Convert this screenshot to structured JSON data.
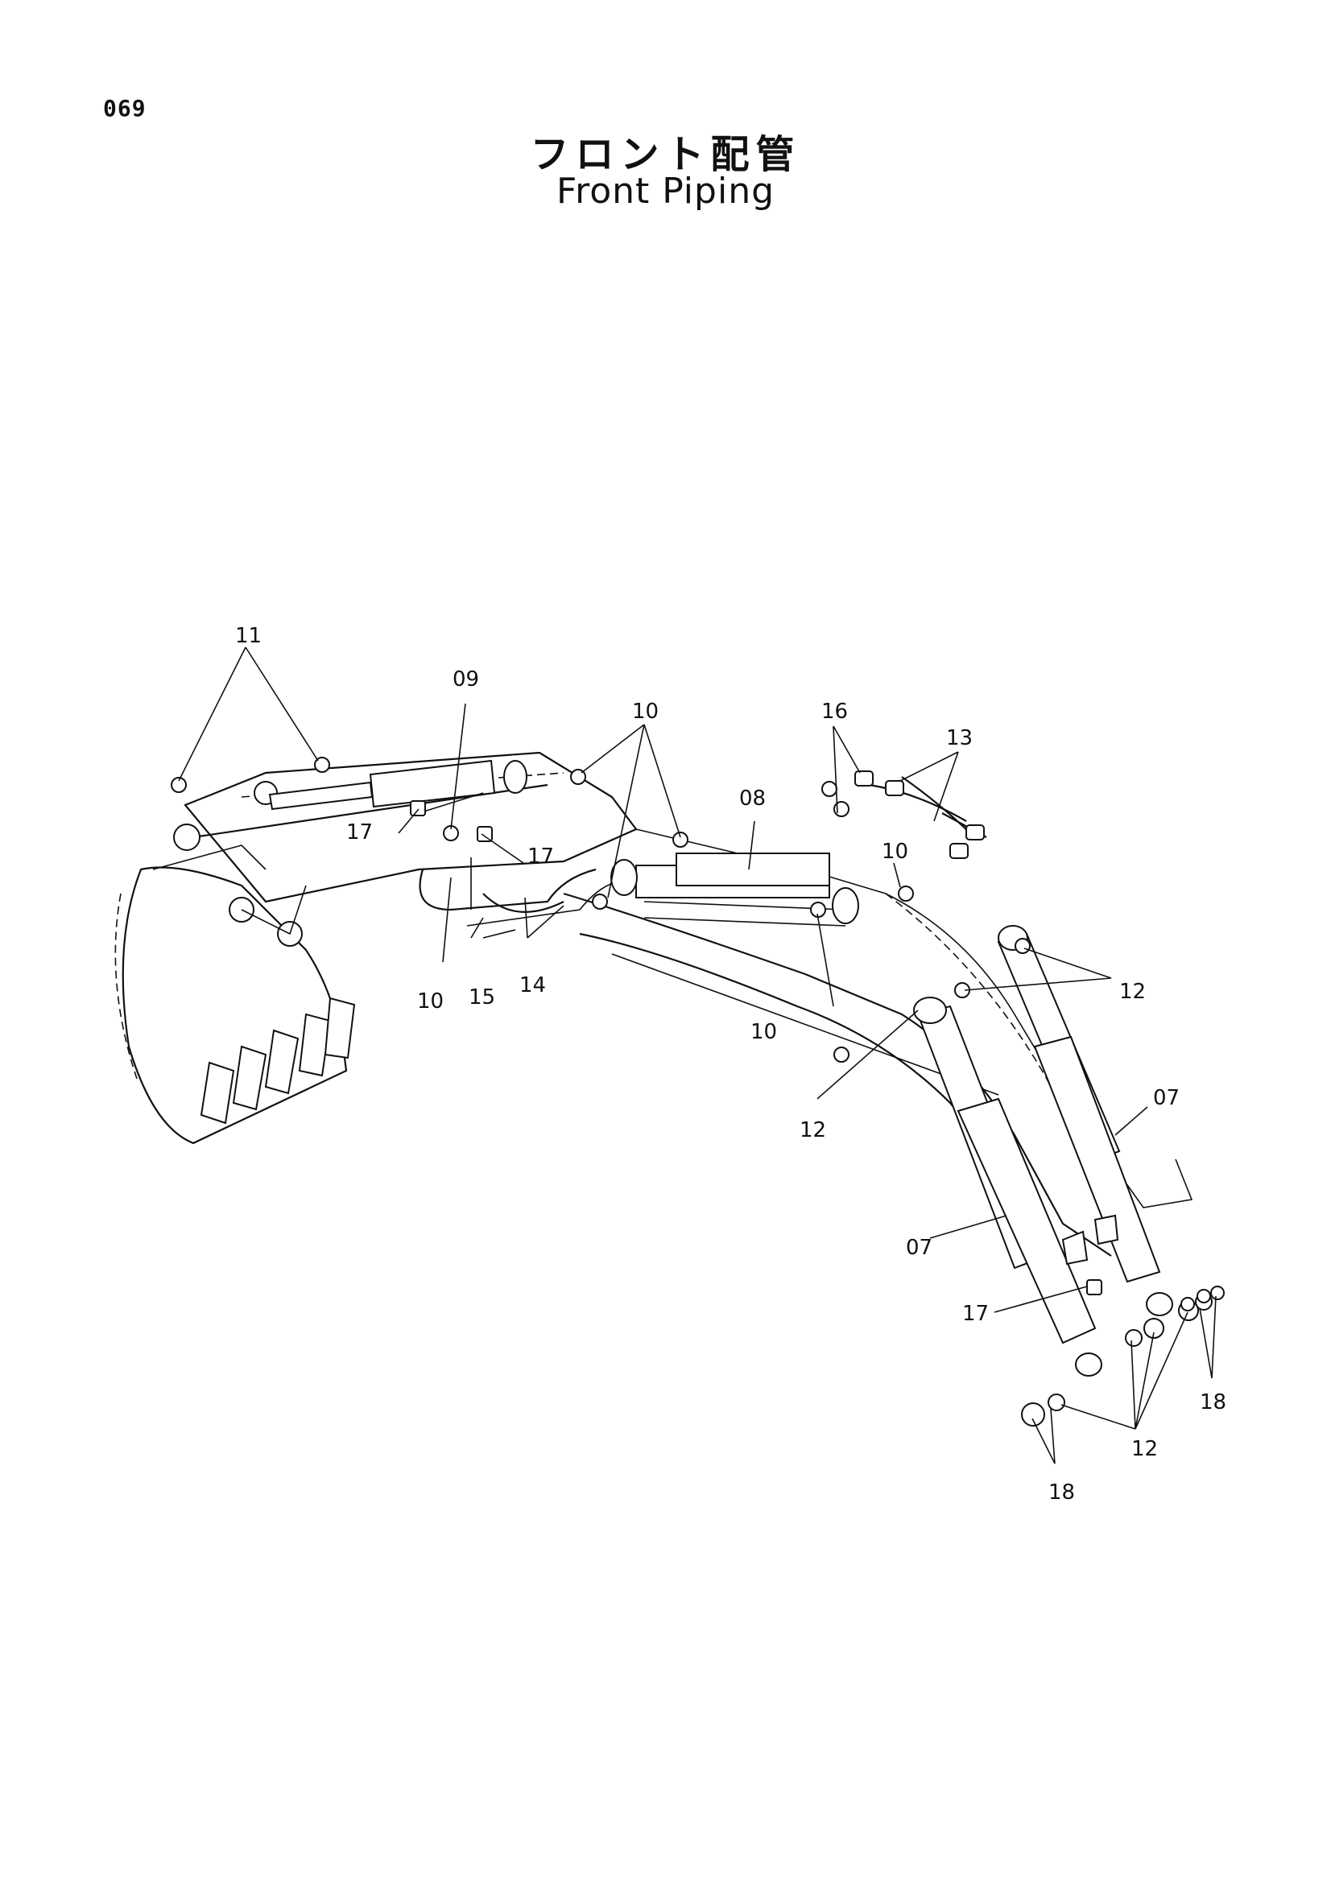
{
  "page_number": "069",
  "title_jp": "フロント配管",
  "title_en": "Front Piping",
  "callouts": {
    "c07a": "07",
    "c07b": "07",
    "c08": "08",
    "c09": "09",
    "c10a": "10",
    "c10b": "10",
    "c10c": "10",
    "c10d": "10",
    "c11": "11",
    "c12a": "12",
    "c12b": "12",
    "c12c": "12",
    "c13": "13",
    "c14": "14",
    "c15": "15",
    "c16": "16",
    "c17a": "17",
    "c17b": "17",
    "c17c": "17",
    "c18a": "18",
    "c18b": "18"
  }
}
